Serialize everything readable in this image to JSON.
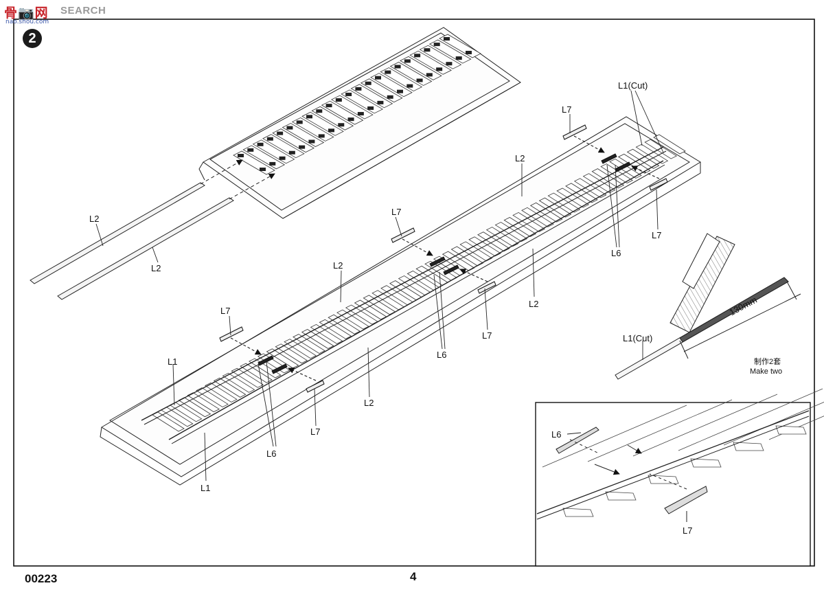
{
  "watermark": {
    "logo": "骨📷网",
    "text": "SEARCH",
    "url": "nao.shou.com"
  },
  "step_number": "2",
  "footer": {
    "code": "00223",
    "page": "4"
  },
  "labels": {
    "l1": "L1",
    "l1_cut": "L1(Cut)",
    "l2": "L2",
    "l6": "L6",
    "l7": "L7",
    "measure": "130mm",
    "make_two_cn": "制作2套",
    "make_two_en": "Make two"
  }
}
